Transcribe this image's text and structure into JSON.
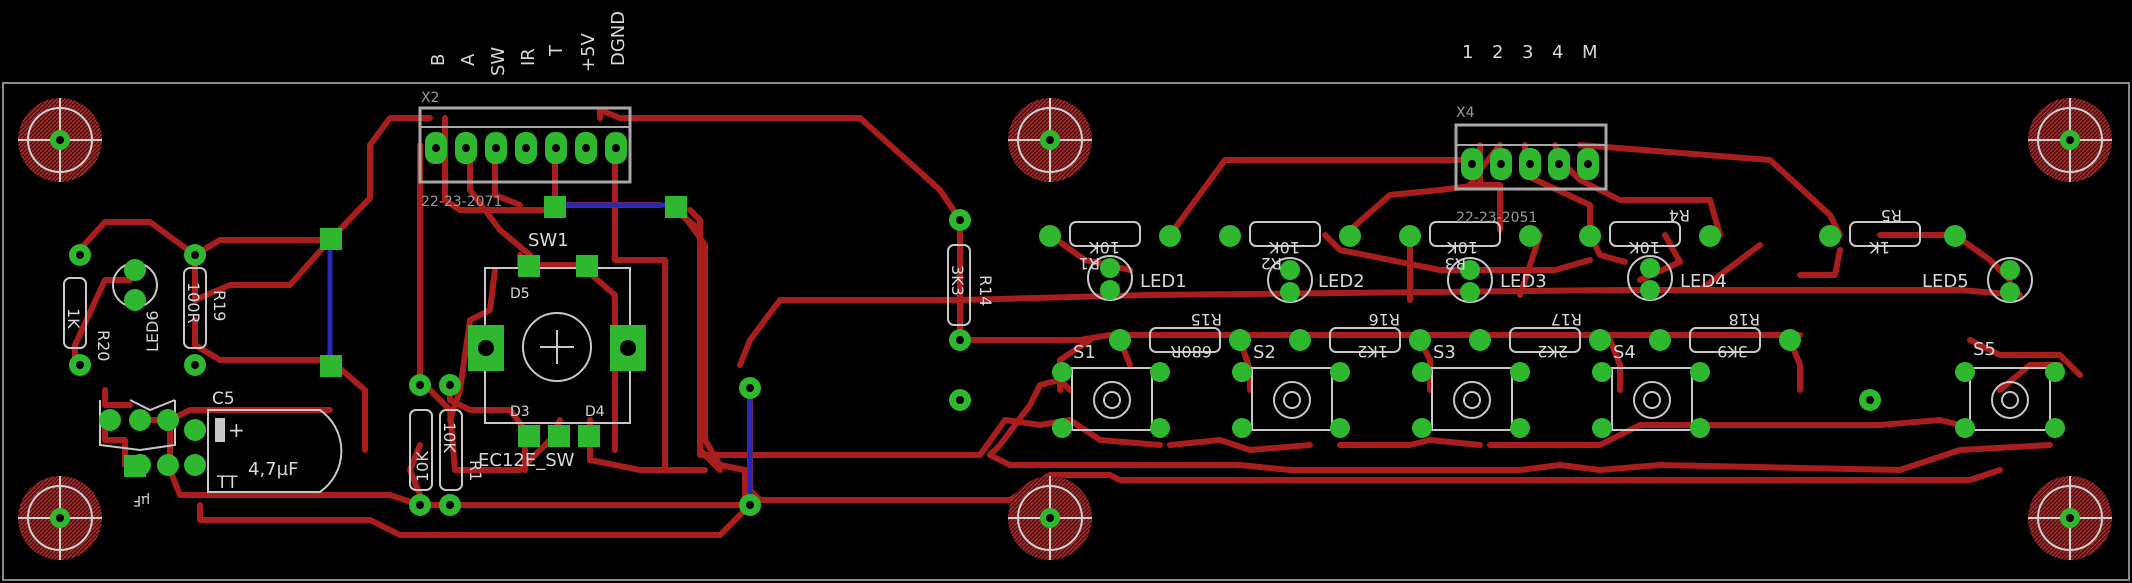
{
  "pin_labels_x2": [
    "B",
    "A",
    "SW",
    "IR",
    "T",
    "+5V",
    "DGND"
  ],
  "pin_labels_x4": [
    "1",
    "2",
    "3",
    "4",
    "M"
  ],
  "connectors": {
    "x2": {
      "name": "X2",
      "part": "22-23-2071"
    },
    "x4": {
      "name": "X4",
      "part": "22-23-2051"
    }
  },
  "encoder": {
    "name": "SW1",
    "part": "EC12E_SW",
    "pads": [
      "D5",
      "D3",
      "D4"
    ]
  },
  "capacitor": {
    "name": "C5",
    "value": "4,7µF",
    "type": "TT",
    "extra": "µF"
  },
  "resistors": {
    "r1": {
      "name": "R1",
      "value": "10K"
    },
    "r2": {
      "name": "R2",
      "value": "10K"
    },
    "r3": {
      "name": "R3",
      "value": "10K"
    },
    "r4": {
      "name": "R4",
      "value": "10K"
    },
    "r5": {
      "name": "R5",
      "value": "1K"
    },
    "r14": {
      "name": "R14",
      "value": "3K3"
    },
    "r15": {
      "name": "R15",
      "value": "680R"
    },
    "r16": {
      "name": "R16",
      "value": "1K2"
    },
    "r17": {
      "name": "R17",
      "value": "2K2"
    },
    "r18": {
      "name": "R18",
      "value": "3K9"
    },
    "r19": {
      "name": "R19",
      "value": "100R"
    },
    "r20": {
      "name": "R20",
      "value": "1K"
    },
    "ra": {
      "name": "R1",
      "value": "10K"
    },
    "rb": {
      "name": "R1",
      "value": "10K"
    }
  },
  "leds": [
    "LED1",
    "LED2",
    "LED3",
    "LED4",
    "LED5",
    "LED6"
  ],
  "switches": [
    "S1",
    "S2",
    "S3",
    "S4",
    "S5"
  ],
  "colors": {
    "background": "#000000",
    "trace": "#a81e1e",
    "via_trace": "#2828b4",
    "pad": "#2fb82f",
    "silkscreen": "#c8c8c8",
    "outline": "#9a9a9a"
  }
}
